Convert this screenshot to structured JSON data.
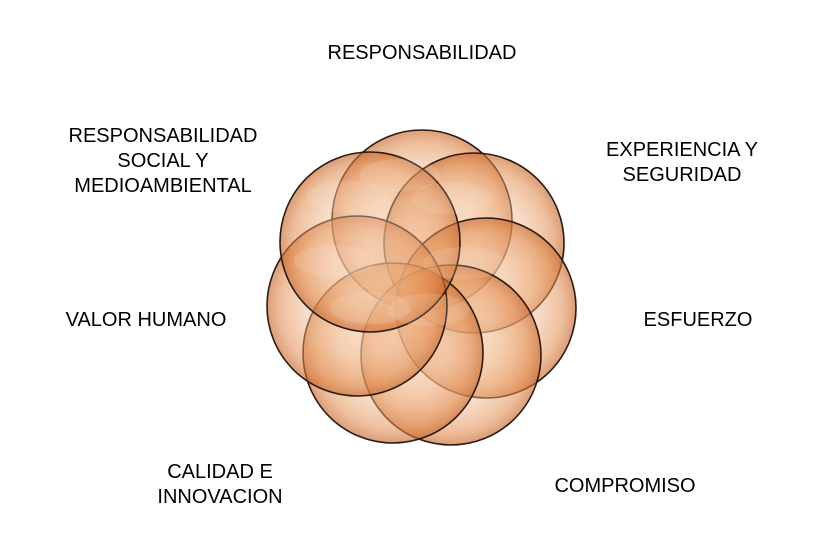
{
  "diagram": {
    "labels": {
      "top": "RESPONSABILIDAD",
      "top_left": "RESPONSABILIDAD\nSOCIAL Y\nMEDIOAMBIENTAL",
      "top_right": "EXPERIENCIA Y\nSEGURIDAD",
      "left": "VALOR HUMANO",
      "right": "ESFUERZO",
      "bottom_left": "CALIDAD E\nINNOVACION",
      "bottom_right": "COMPROMISO"
    },
    "colors": {
      "circle_fill": "#e9a06a",
      "circle_light": "#fbe5d4",
      "circle_dark": "#d8773a",
      "circle_stroke": "#2a1a12"
    }
  }
}
